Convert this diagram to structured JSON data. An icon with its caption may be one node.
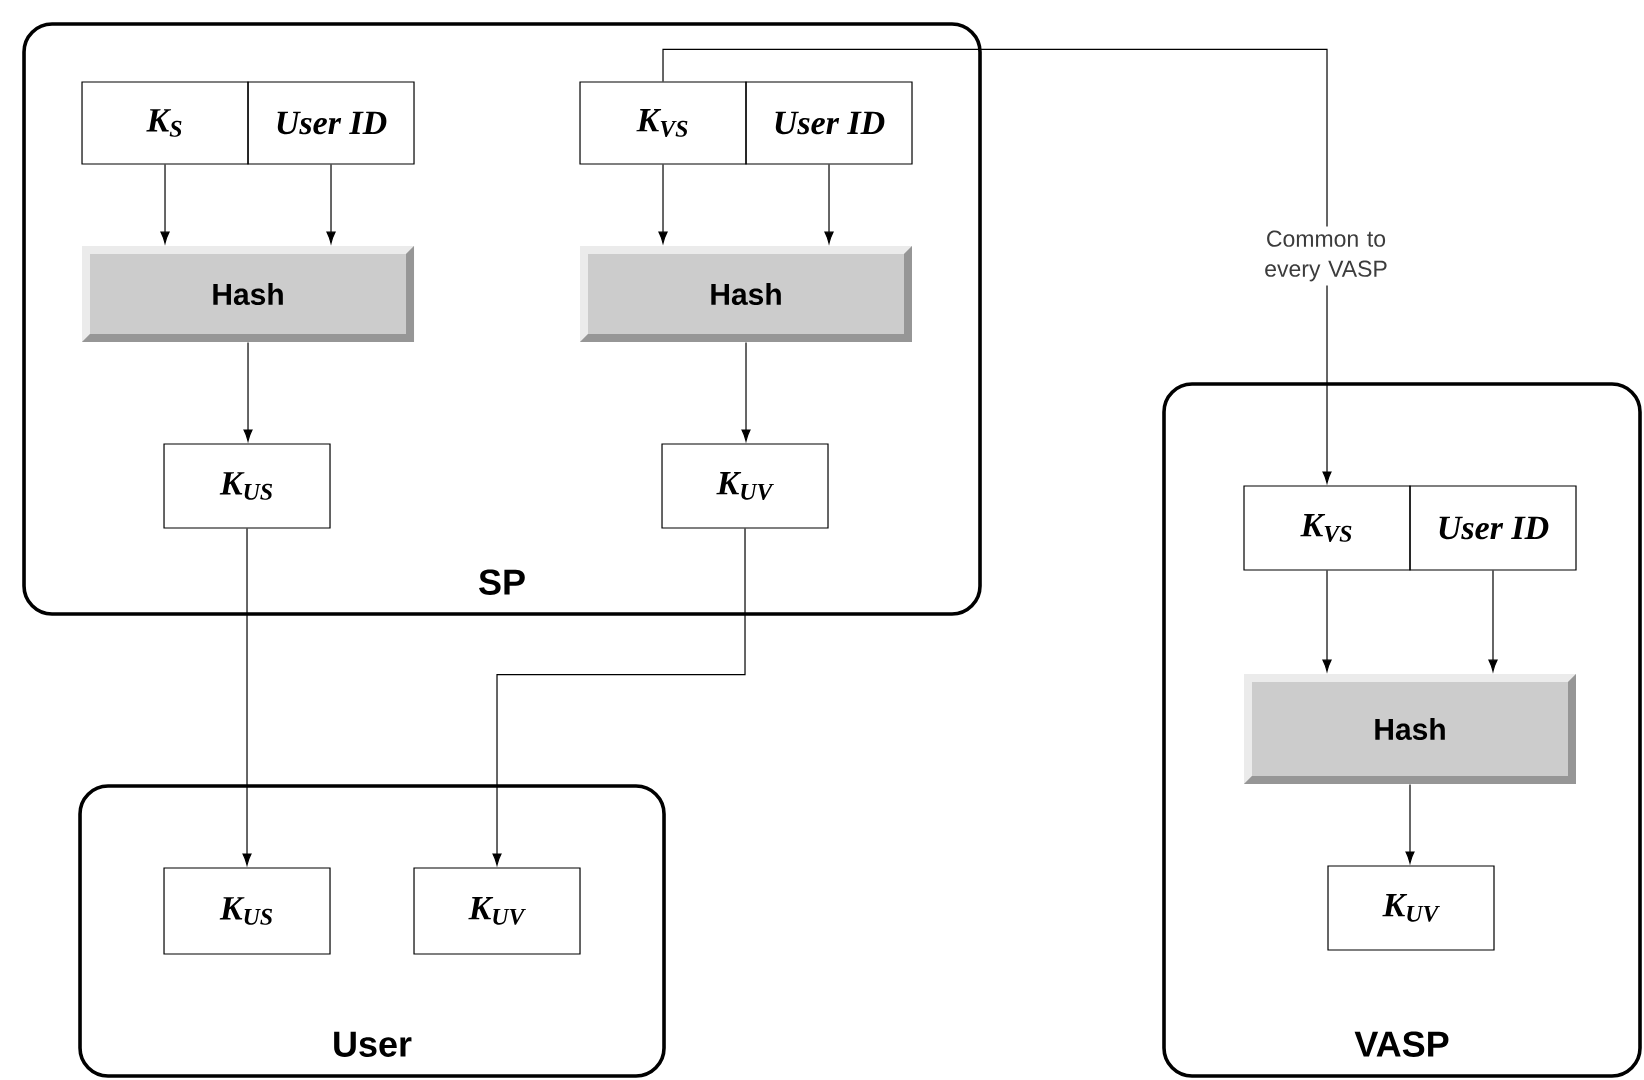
{
  "diagram": {
    "nodes": [
      {
        "text": [
          "SP"
        ]
      },
      {
        "text": [
          "K$_{S}$"
        ],
        "in": 0
      },
      {
        "text": [
          "User ID"
        ],
        "in": 0
      },
      {
        "text": [
          "Hash"
        ],
        "in": 0
      },
      {
        "text": [
          "K$_{US}$"
        ],
        "in": 0
      },
      {
        "text": [
          "K$_{VS}$"
        ],
        "in": 0
      },
      {
        "text": [
          "User ID"
        ],
        "in": 0
      },
      {
        "text": [
          "Hash"
        ],
        "in": 0
      },
      {
        "text": [
          "K$_{UV}$"
        ],
        "in": 0
      },
      {
        "text": [
          "User"
        ]
      },
      {
        "text": [
          "K$_{US}$"
        ],
        "in": 9
      },
      {
        "text": [
          "K$_{UV}$"
        ],
        "in": 9
      },
      {
        "text": [
          "VASP"
        ]
      },
      {
        "text": [
          "K$_{VS}$"
        ],
        "in": 12
      },
      {
        "text": [
          "User ID"
        ],
        "in": 12
      },
      {
        "text": [
          "Hash"
        ],
        "in": 12
      },
      {
        "text": [
          "K$_{UV}$"
        ],
        "in": 12
      }
    ],
    "edges": [
      {
        "from": 1,
        "to": 3,
        "arrow": "to"
      },
      {
        "from": 2,
        "to": 3,
        "arrow": "to"
      },
      {
        "from": 3,
        "to": 4,
        "arrow": "to"
      },
      {
        "from": 5,
        "to": 7,
        "arrow": "to"
      },
      {
        "from": 6,
        "to": 7,
        "arrow": "to"
      },
      {
        "from": 7,
        "to": 8,
        "arrow": "to"
      },
      {
        "from": 4,
        "to": 10,
        "arrow": "to"
      },
      {
        "from": 8,
        "to": 11,
        "arrow": "to"
      },
      {
        "from": 5,
        "to": 13,
        "arrow": "to",
        "label": "Common to every VASP"
      },
      {
        "from": 13,
        "to": 15,
        "arrow": "to"
      },
      {
        "from": 14,
        "to": 15,
        "arrow": "to"
      },
      {
        "from": 15,
        "to": 16,
        "arrow": "to"
      }
    ]
  }
}
